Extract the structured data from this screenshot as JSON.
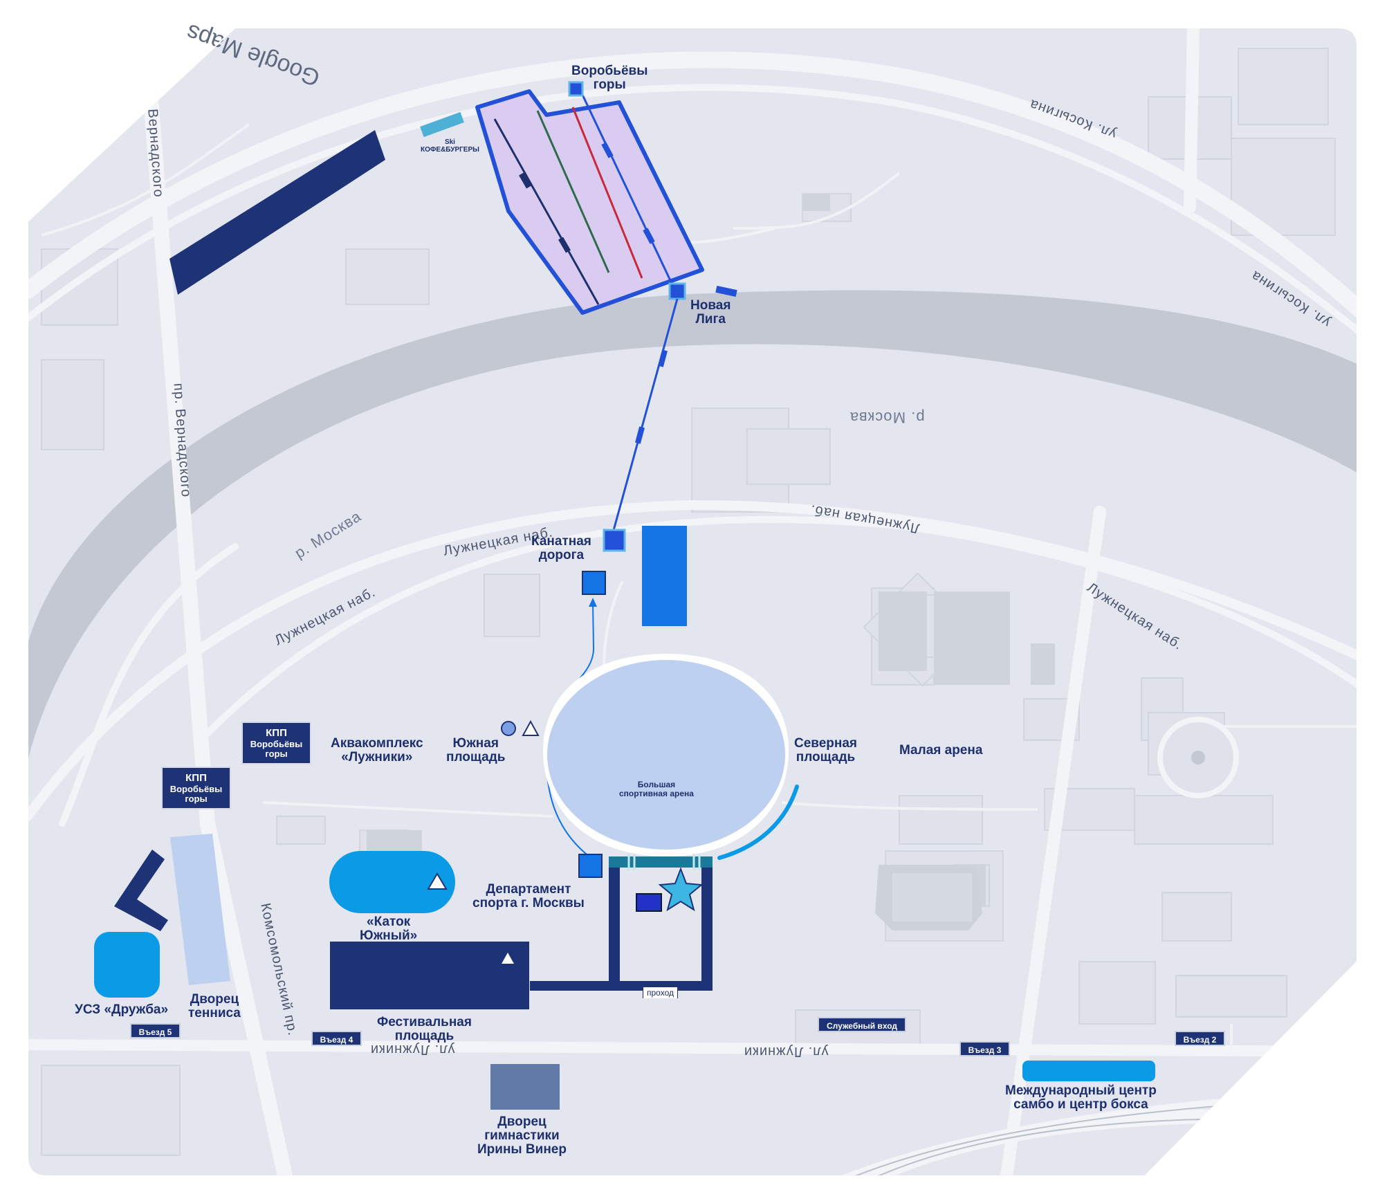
{
  "watermark": "Google Maps",
  "colors": {
    "land": "#e3e6ee",
    "river": "#c3c8d3",
    "venue_dark": "#1e3276",
    "venue_blue": "#1474e4",
    "venue_light": "#0b9ae6",
    "ski_area": "#d9ccf0",
    "route": "#1f4fd1",
    "arena": "#bdd0ef"
  },
  "streets": {
    "kosygina_top": "ул. Косыгина",
    "kosygina_right": "ул. Косыгина",
    "vernadskogo": "пр. Вернадского",
    "vernadskogo_top": "Вернадского",
    "luzh_nab_left": "Лужнецкая наб.",
    "luzh_nab_center": "Лужнецкая наб.",
    "luzh_nab_right": "Лужнецкая наб.",
    "komsomolsky": "Комсомольский пр.",
    "luzhniki_st": "ул. Лужники"
  },
  "river": {
    "label_left": "р. Москва",
    "label_right": "р. Москва"
  },
  "places": {
    "vorobyovy_gory": "Воробьёвы\nгоры",
    "novaya_liga": "Новая\nЛига",
    "ski_cafe_line1": "Ski",
    "ski_cafe_line2": "КОФЕ&БУРГЕРЫ",
    "cable_car": "Канатная\nдорога",
    "aquacomplex": "Аквакомплекс\n«Лужники»",
    "south_square": "Южная\nплощадь",
    "big_arena": "Большая\nспортивная арена",
    "north_square": "Северная\nплощадь",
    "small_arena": "Малая арена",
    "dept_sport": "Департамент\nспорта г. Москвы",
    "katok": "«Каток\nЮжный»",
    "festival_square": "Фестивальная\nплощадь",
    "passage": "проход",
    "usz_druzhba": "УСЗ «Дружба»",
    "tennis_palace": "Дворец\nтенниса",
    "gymnastics_palace": "Дворец\nгимнастики\nИрины Винер",
    "sambo_center": "Международный центр\nсамбо и центр бокса"
  },
  "checkpoints": {
    "kpp1_title": "КПП",
    "kpp1_sub": "Воробьёвы\nгоры",
    "kpp2_title": "КПП",
    "kpp2_sub": "Воробьёвы\nгоры"
  },
  "entries": {
    "entry5": "Въезд 5",
    "entry4": "Въезд 4",
    "entry3": "Въезд 3",
    "entry2": "Въезд 2",
    "service": "Служебный вход"
  }
}
